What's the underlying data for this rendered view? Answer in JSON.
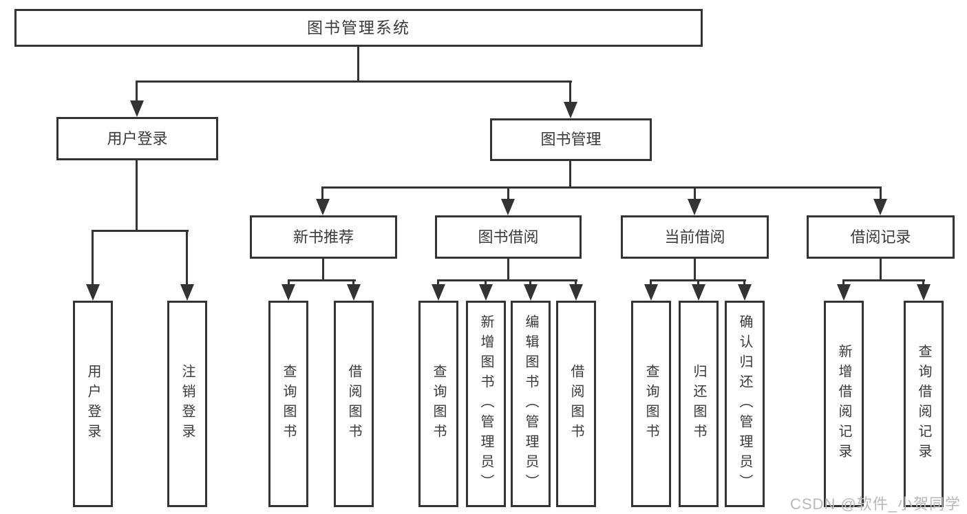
{
  "diagram": {
    "root": {
      "label": "图书管理系统"
    },
    "branches": [
      {
        "label": "用户登录",
        "children": [
          {
            "label": "用户登录"
          },
          {
            "label": "注销登录"
          }
        ]
      },
      {
        "label": "图书管理",
        "children": [
          {
            "label": "新书推荐",
            "children": [
              {
                "label": "查询图书"
              },
              {
                "label": "借阅图书"
              }
            ]
          },
          {
            "label": "图书借阅",
            "children": [
              {
                "label": "查询图书"
              },
              {
                "label": "新增图书（管理员）"
              },
              {
                "label": "编辑图书（管理员）"
              },
              {
                "label": "借阅图书"
              }
            ]
          },
          {
            "label": "当前借阅",
            "children": [
              {
                "label": "查询图书"
              },
              {
                "label": "归还图书"
              },
              {
                "label": "确认归还（管理员）"
              }
            ]
          },
          {
            "label": "借阅记录",
            "children": [
              {
                "label": "新增借阅记录"
              },
              {
                "label": "查询借阅记录"
              }
            ]
          }
        ]
      }
    ],
    "watermark": "CSDN @软件_小贺同学",
    "colors": {
      "line": "#333333",
      "text": "#3a3a3a",
      "background": "#ffffff",
      "watermark": "#b8b8b8"
    }
  }
}
